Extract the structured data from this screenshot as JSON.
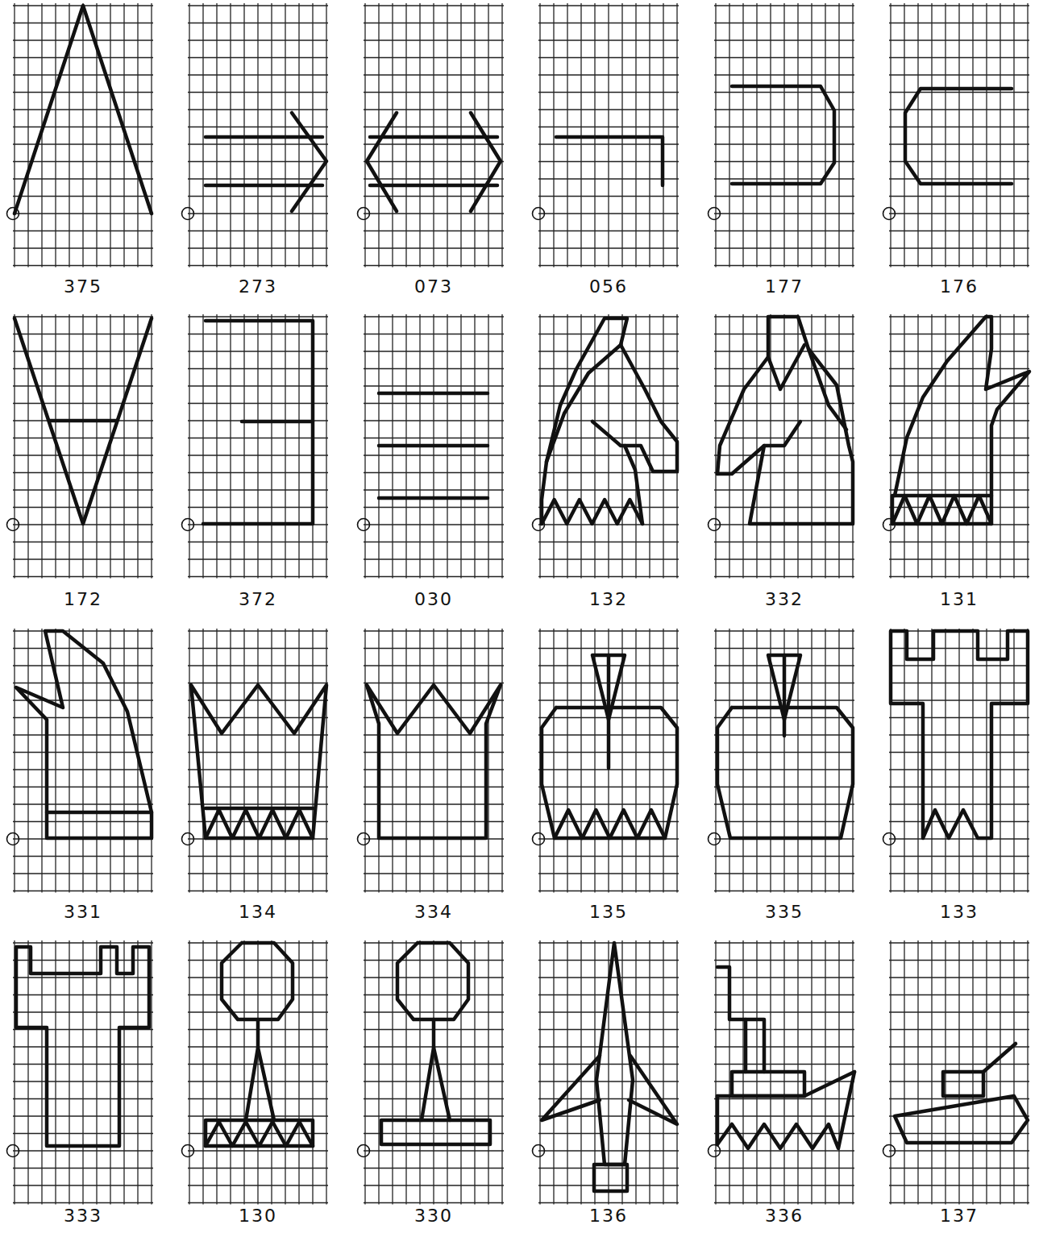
{
  "diagram": {
    "labels": [
      "375",
      "273",
      "073",
      "056",
      "177",
      "176",
      "172",
      "372",
      "030",
      "132",
      "332",
      "131",
      "331",
      "134",
      "334",
      "135",
      "335",
      "133",
      "333",
      "130",
      "330",
      "136",
      "336",
      "137"
    ]
  }
}
